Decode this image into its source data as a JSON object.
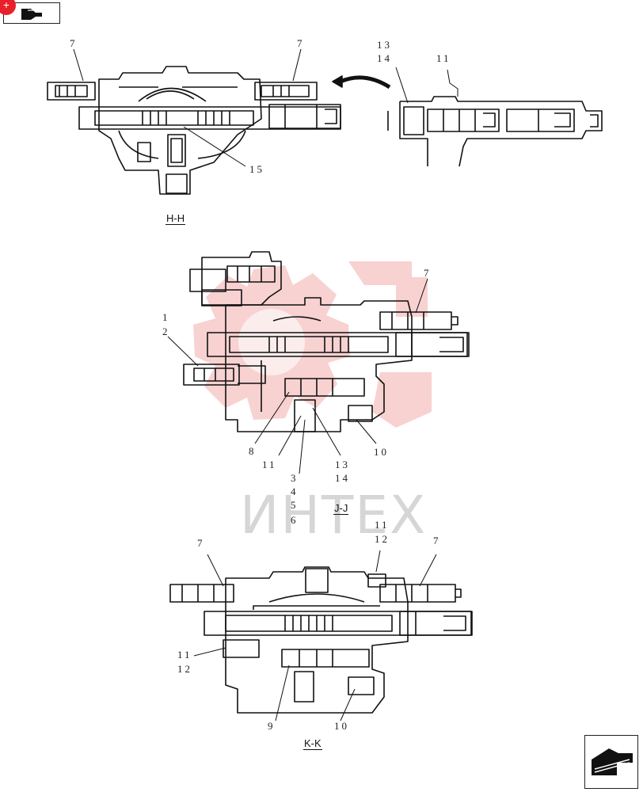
{
  "diagram": {
    "sections": {
      "hh": "H-H",
      "jj": "J-J",
      "kk": "K-K"
    },
    "callouts": {
      "hh_7_left": "7",
      "hh_7_right": "7",
      "hh_15": "15",
      "detail_13": "13",
      "detail_14": "14",
      "detail_11": "11",
      "jj_7": "7",
      "jj_1": "1",
      "jj_2": "2",
      "jj_8": "8",
      "jj_11": "11",
      "jj_3": "3",
      "jj_4": "4",
      "jj_5": "5",
      "jj_6": "6",
      "jj_13": "13",
      "jj_14": "14",
      "jj_10": "10",
      "kk_11_top": "11",
      "kk_12_top": "12",
      "kk_7_left": "7",
      "kk_7_right": "7",
      "kk_11_side": "11",
      "kk_12_side": "12",
      "kk_9": "9",
      "kk_10": "10"
    }
  },
  "watermark": {
    "text": "ИНТЕХ",
    "gear_color": "#f7c9c9"
  },
  "nav": {
    "top_icon": "hand-pointer-back-icon",
    "bottom_icon": "hand-pointer-forward-icon",
    "badge_icon": "plus-icon"
  }
}
